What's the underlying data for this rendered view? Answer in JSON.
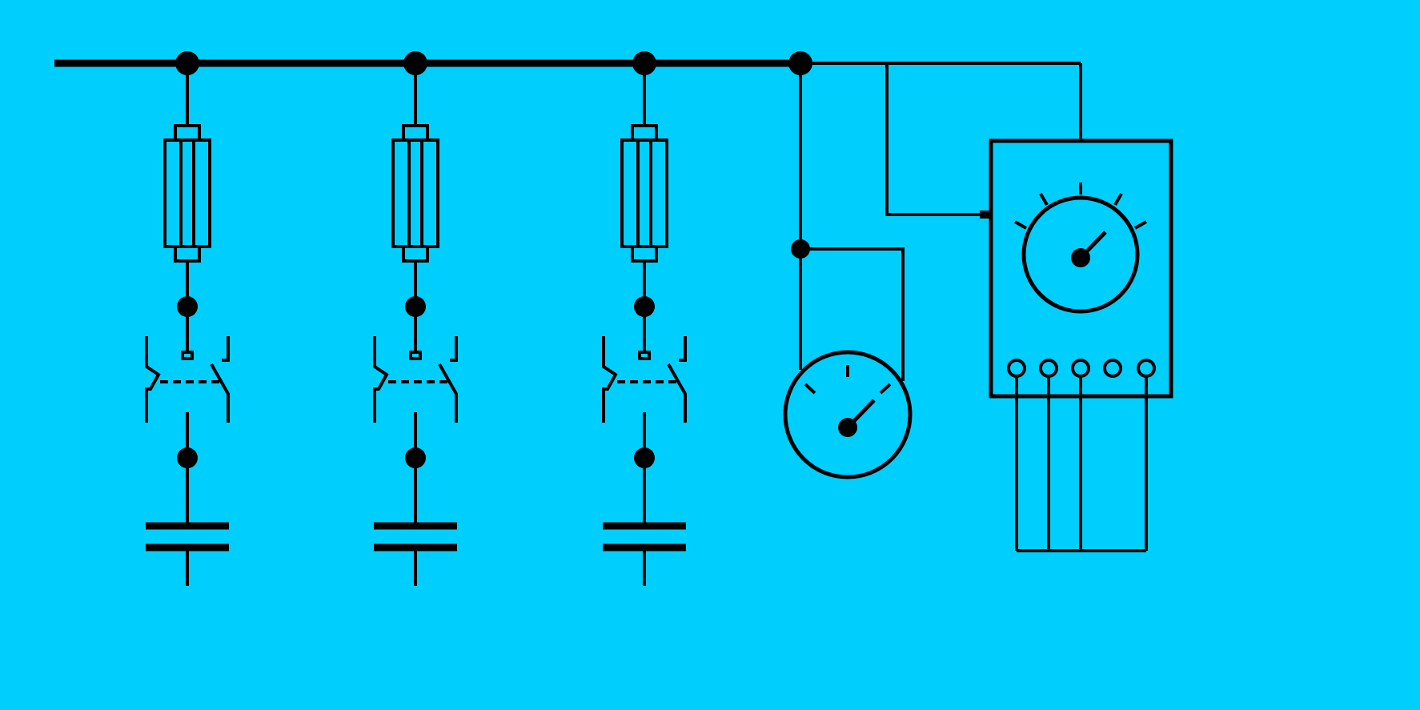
{
  "diagram": {
    "type": "single-line electrical schematic",
    "colors": {
      "background": "#00CFFD",
      "ink": "#000000"
    },
    "busbar": {
      "label": ""
    },
    "branches": [
      {
        "id": "branch-1",
        "components": [
          "fuse",
          "disconnect-switch",
          "capacitor"
        ]
      },
      {
        "id": "branch-2",
        "components": [
          "fuse",
          "disconnect-switch",
          "capacitor"
        ]
      },
      {
        "id": "branch-3",
        "components": [
          "fuse",
          "disconnect-switch",
          "capacitor"
        ]
      }
    ],
    "instruments": [
      {
        "id": "gauge-meter",
        "icon": "gauge-icon",
        "ticks": 3
      },
      {
        "id": "control-unit",
        "icon": "controller-icon",
        "dial_ticks": 5,
        "terminals": 5
      }
    ]
  }
}
